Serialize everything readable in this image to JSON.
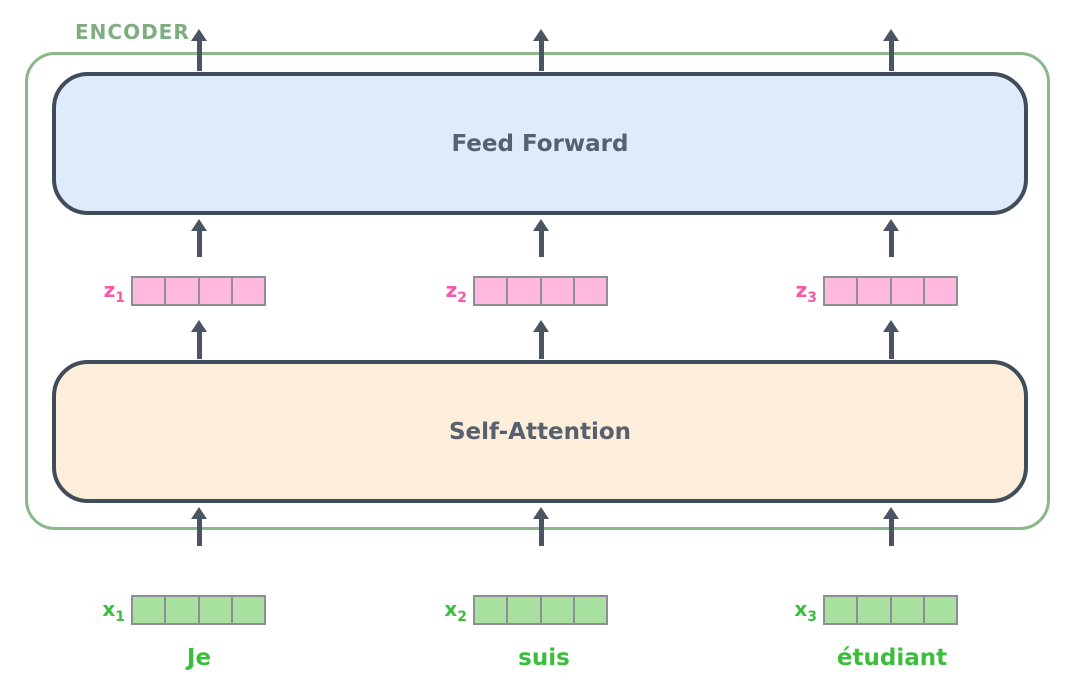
{
  "encoder": {
    "label": "ENCODER"
  },
  "layers": {
    "feed_forward": {
      "label": "Feed Forward"
    },
    "self_attention": {
      "label": "Self-Attention"
    }
  },
  "z_vectors": [
    {
      "base": "z",
      "sub": "1",
      "cells": 4
    },
    {
      "base": "z",
      "sub": "2",
      "cells": 4
    },
    {
      "base": "z",
      "sub": "3",
      "cells": 4
    }
  ],
  "x_vectors": [
    {
      "base": "x",
      "sub": "1",
      "cells": 4,
      "word": "Je"
    },
    {
      "base": "x",
      "sub": "2",
      "cells": 4,
      "word": "suis"
    },
    {
      "base": "x",
      "sub": "3",
      "cells": 4,
      "word": "étudiant"
    }
  ],
  "colors": {
    "encoder_border_green": "#8AB88A",
    "encoder_label_green": "#7EAD80",
    "feed_forward_fill": "#DDEBFB",
    "self_attention_fill": "#FDEEDC",
    "layer_box_border": "#414C5B",
    "arrow": "#4A5462",
    "layer_text": "#56606E",
    "z_vector_fill": "#FFB9DE",
    "z_label_pink": "#FB57A8",
    "x_vector_fill": "#A8E09F",
    "x_label_green": "#3CBE3C",
    "vector_cell_border": "#8E8E96"
  }
}
